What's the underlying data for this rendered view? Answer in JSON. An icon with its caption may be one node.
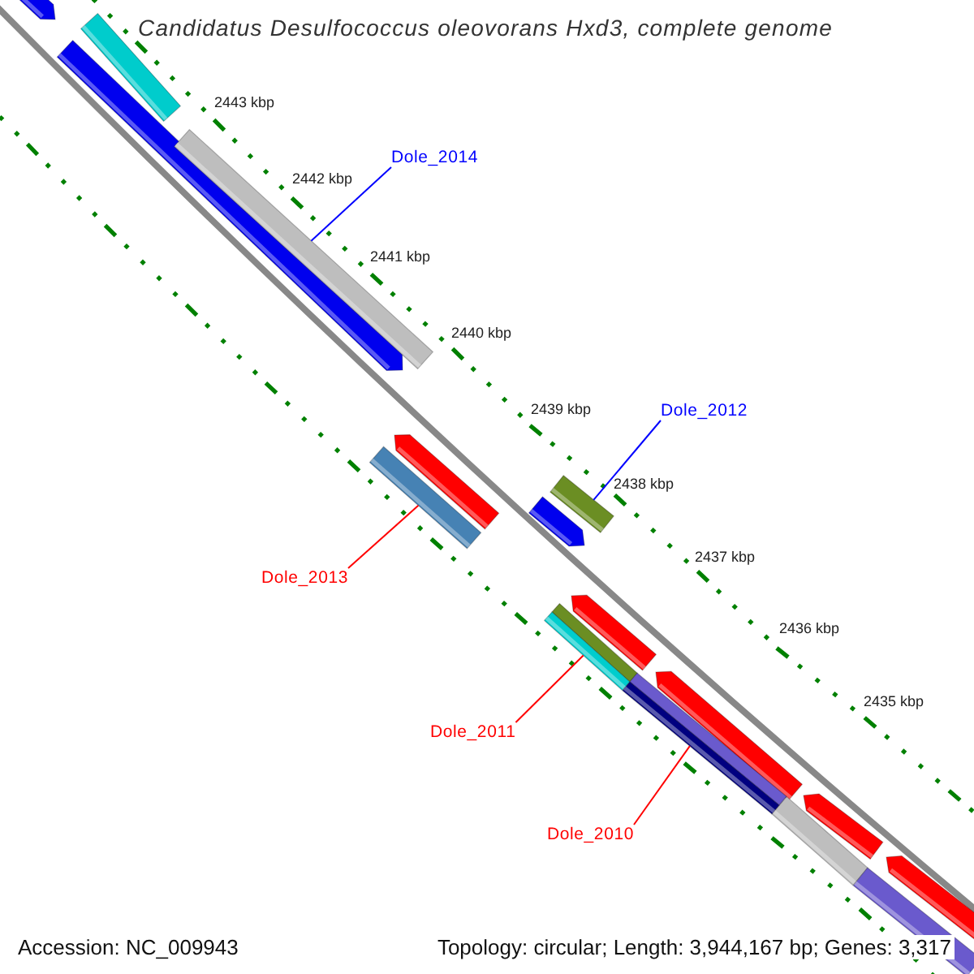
{
  "diagram": {
    "title": "Candidatus Desulfococcus oleovorans Hxd3, complete genome",
    "nodes": [
      {
        "text": [
          "Dole_2014"
        ]
      },
      {
        "text": [],
        "shape": "bar"
      },
      {
        "text": [
          "Dole_2012"
        ]
      },
      {
        "text": [],
        "shape": "bar"
      },
      {
        "text": [
          "Dole_2013"
        ]
      },
      {
        "text": [],
        "shape": "bar"
      },
      {
        "text": [
          "Dole_2011"
        ]
      },
      {
        "text": [],
        "shape": "bar"
      },
      {
        "text": [
          "Dole_2010"
        ]
      },
      {
        "text": [],
        "shape": "bar"
      }
    ],
    "edges": [
      {
        "from": 0,
        "to": 1,
        "arrow": "none",
        "color": "#0000ff"
      },
      {
        "from": 2,
        "to": 3,
        "arrow": "none",
        "color": "#0000ff"
      },
      {
        "from": 4,
        "to": 5,
        "arrow": "none",
        "color": "#ff0000"
      },
      {
        "from": 6,
        "to": 7,
        "arrow": "none",
        "color": "#ff0000"
      },
      {
        "from": 8,
        "to": 9,
        "arrow": "none",
        "color": "#ff0000"
      }
    ],
    "labels": [
      "2443 kbp",
      "2442 kbp",
      "2441 kbp",
      "2440 kbp",
      "2439 kbp",
      "2438 kbp",
      "2437 kbp",
      "2436 kbp",
      "2435 kbp",
      "Accession: NC_009943",
      "Topology: circular; Length: 3,944,167 bp; Genes: 3,317"
    ]
  }
}
